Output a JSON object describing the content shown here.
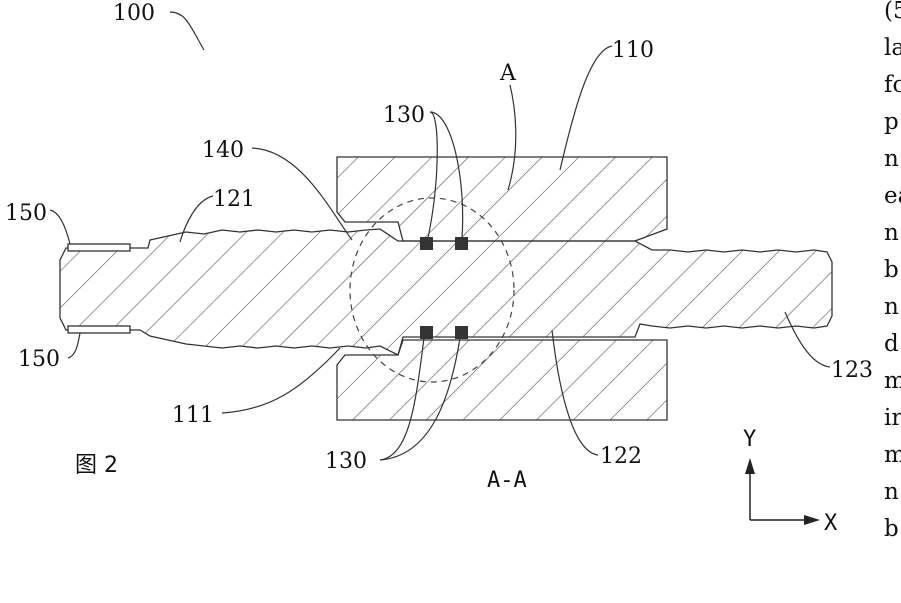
{
  "figure": {
    "caption": "图 2",
    "section_label": "A-A",
    "view_marker": "A"
  },
  "labels": {
    "assembly": "100",
    "outer_member": "110",
    "outer_recess": "111",
    "thread_left": "121",
    "center_body": "122",
    "thread_right": "123",
    "seal_top": "130",
    "seal_bottom": "130",
    "shoulder": "140",
    "sleeve_top": "150",
    "sleeve_bottom": "150"
  },
  "axes": {
    "y_label": "Y",
    "x_label": "X"
  },
  "side_text": [
    "(5",
    "la",
    "fo",
    "p",
    "n",
    "ea",
    "n",
    "b",
    "n",
    "d",
    "m",
    "ir",
    "m",
    "n",
    "b"
  ],
  "colors": {
    "ink": "#222222",
    "seal": "#333333",
    "paper": "#ffffff"
  }
}
